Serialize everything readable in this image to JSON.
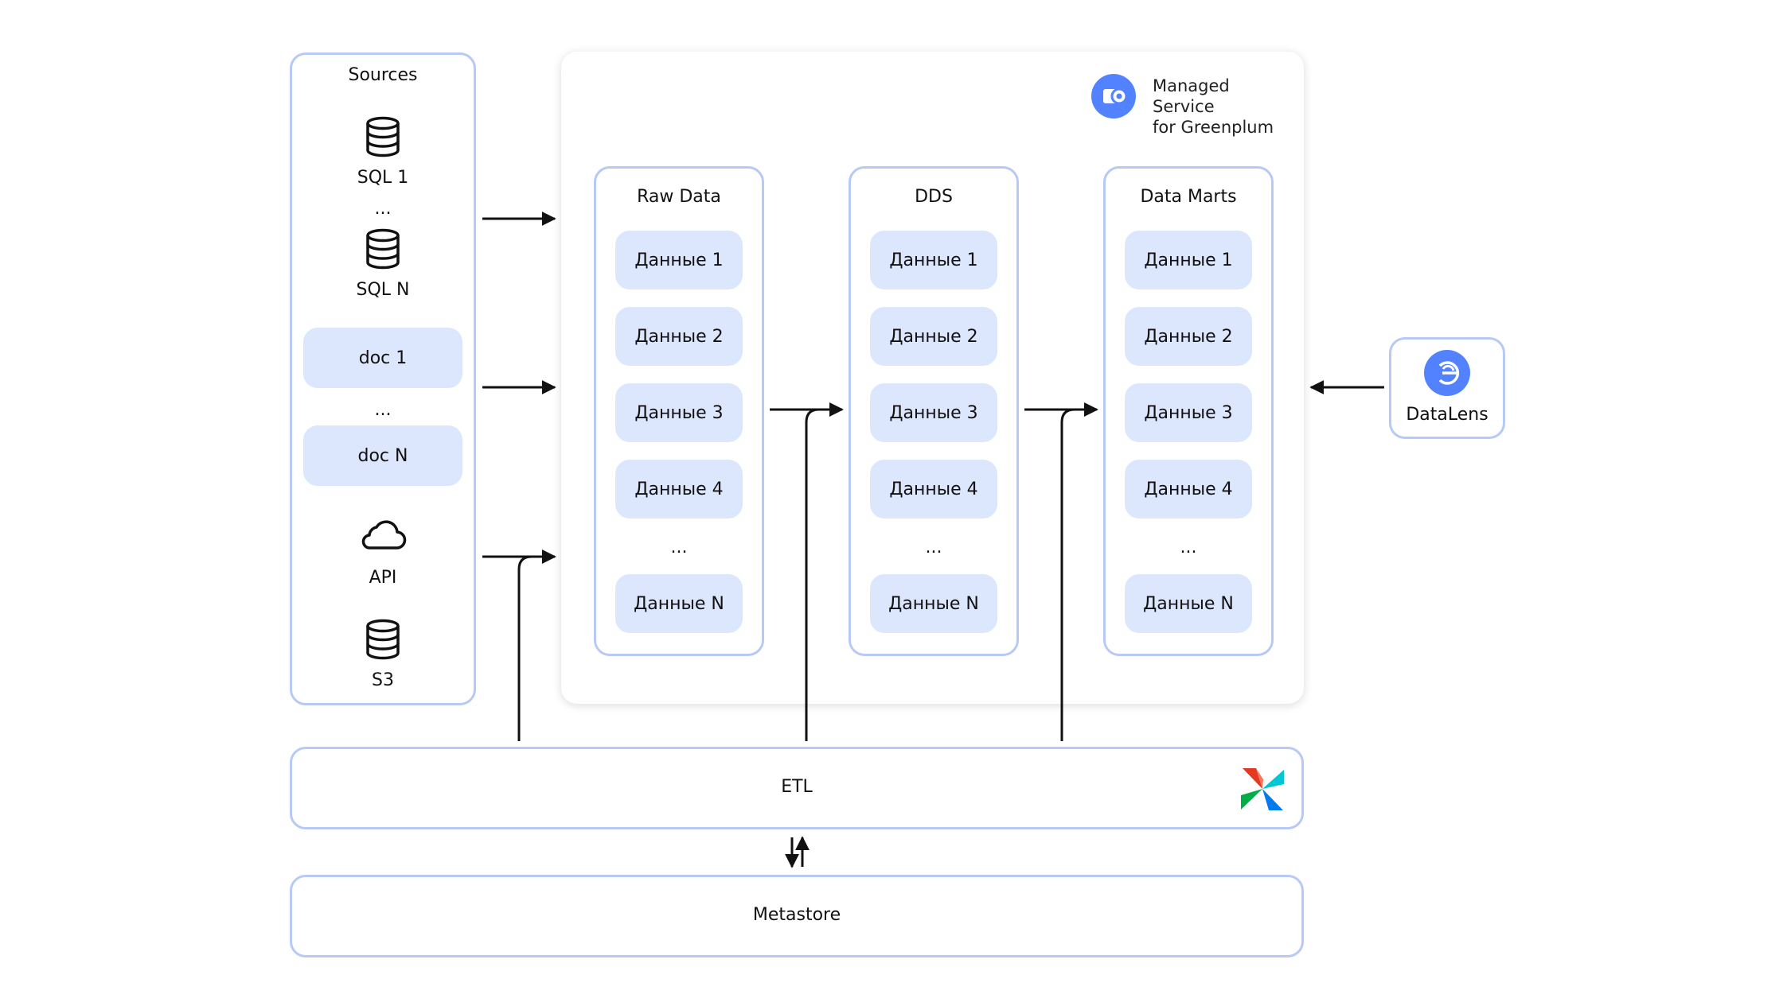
{
  "sources": {
    "title": "Sources",
    "sql1": "SQL 1",
    "dots1": "...",
    "sqln": "SQL N",
    "doc1": "doc 1",
    "dots2": "...",
    "docn": "doc N",
    "api": "API",
    "s3": "S3"
  },
  "service": {
    "line1": "Managed Service",
    "line2": "for Greenplum",
    "icon": "greenplum-icon"
  },
  "layers": [
    {
      "title": "Raw Data",
      "items": [
        "Данные 1",
        "Данные 2",
        "Данные 3",
        "Данные 4",
        "Данные N"
      ],
      "ellipsis": "..."
    },
    {
      "title": "DDS",
      "items": [
        "Данные 1",
        "Данные 2",
        "Данные 3",
        "Данные 4",
        "Данные N"
      ],
      "ellipsis": "..."
    },
    {
      "title": "Data Marts",
      "items": [
        "Данные 1",
        "Данные 2",
        "Данные 3",
        "Данные 4",
        "Данные N"
      ],
      "ellipsis": "..."
    }
  ],
  "datalens": {
    "label": "DataLens",
    "icon": "datalens-icon"
  },
  "etl": {
    "label": "ETL",
    "icon": "airflow-icon"
  },
  "metastore": {
    "label": "Metastore"
  },
  "colors": {
    "border": "#b7c9f7",
    "pill": "#dce6fd",
    "accent": "#5282ff"
  }
}
